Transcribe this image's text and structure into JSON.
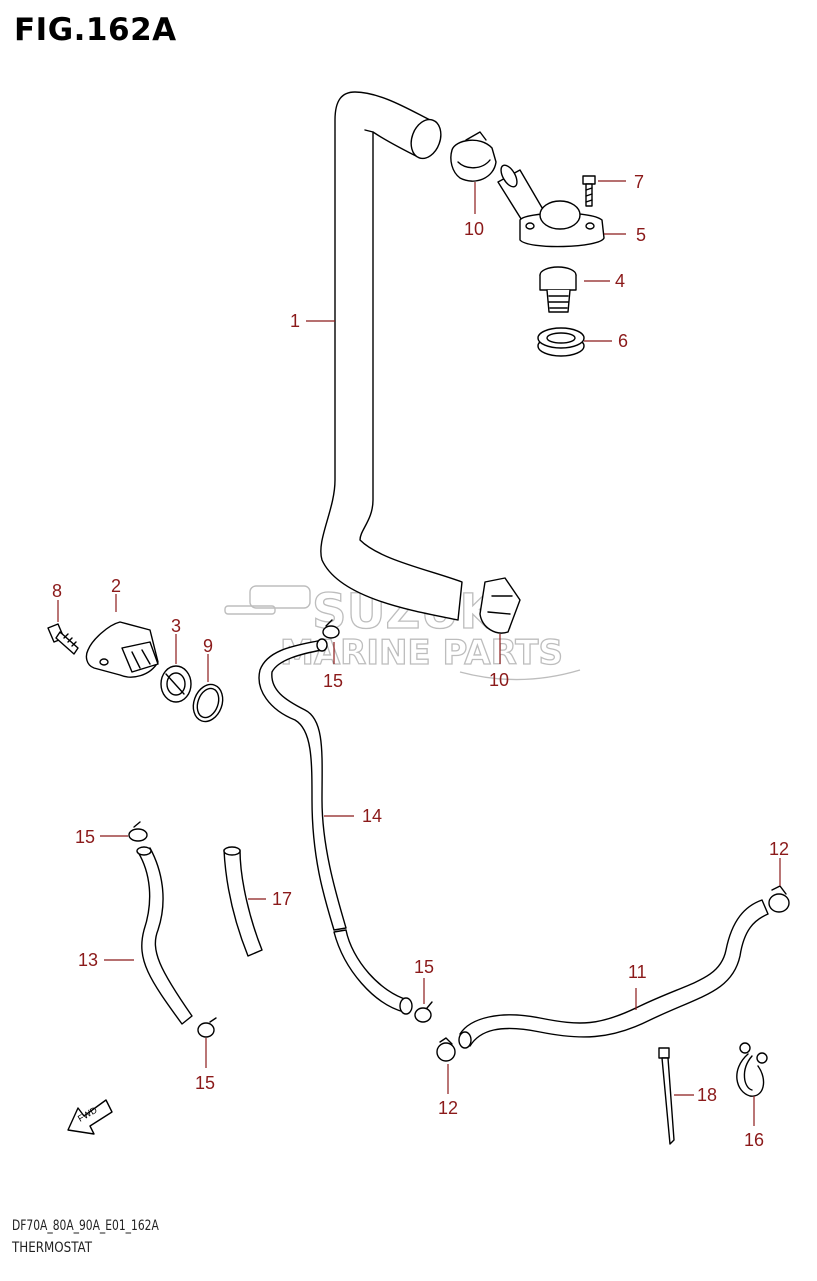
{
  "figure": {
    "title": "FIG.162A"
  },
  "footer": {
    "code": "DF70A_80A_90A_E01_162A",
    "name": "THERMOSTAT"
  },
  "watermark": {
    "line1": "SUZUKI",
    "line2": "MARINE PARTS"
  },
  "fwd_label": "FWD",
  "callouts": {
    "c1": "1",
    "c2": "2",
    "c3": "3",
    "c4": "4",
    "c5": "5",
    "c6": "6",
    "c7": "7",
    "c8": "8",
    "c9": "9",
    "c10a": "10",
    "c10b": "10",
    "c11": "11",
    "c12a": "12",
    "c12b": "12",
    "c13": "13",
    "c14": "14",
    "c15a": "15",
    "c15b": "15",
    "c15c": "15",
    "c15d": "15",
    "c16": "16",
    "c17": "17",
    "c18": "18"
  },
  "colors": {
    "callout": "#8b1a1a",
    "line_art": "#000000",
    "watermark": "#bdbdbd"
  }
}
